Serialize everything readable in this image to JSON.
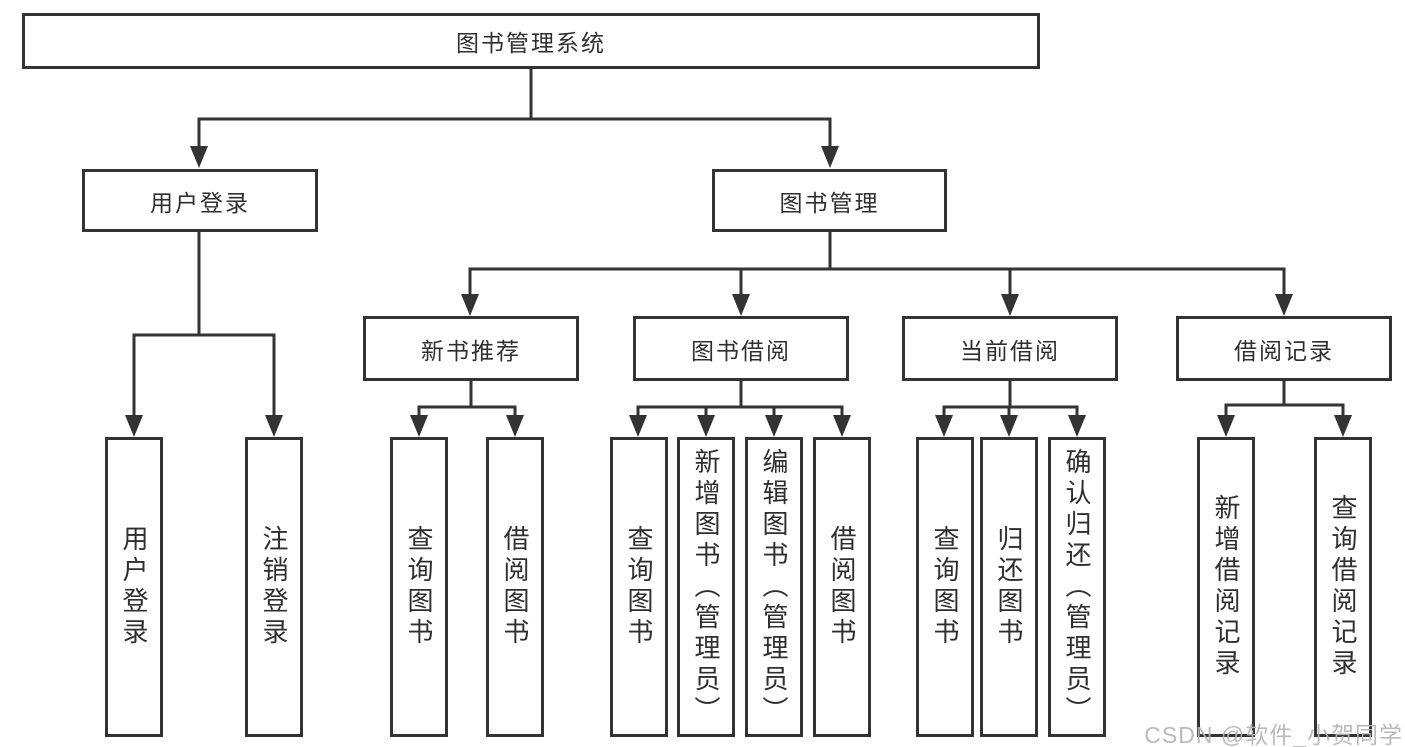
{
  "tree": {
    "label": "图书管理系统",
    "children": [
      {
        "label": "用户登录",
        "children": [
          {
            "label": "用户登录"
          },
          {
            "label": "注销登录"
          }
        ]
      },
      {
        "label": "图书管理",
        "children": [
          {
            "label": "新书推荐",
            "children": [
              {
                "label": "查询图书"
              },
              {
                "label": "借阅图书"
              }
            ]
          },
          {
            "label": "图书借阅",
            "children": [
              {
                "label": "查询图书"
              },
              {
                "label": "新增图书（管理员）"
              },
              {
                "label": "编辑图书（管理员）"
              },
              {
                "label": "借阅图书"
              }
            ]
          },
          {
            "label": "当前借阅",
            "children": [
              {
                "label": "查询图书"
              },
              {
                "label": "归还图书"
              },
              {
                "label": "确认归还（管理员）"
              }
            ]
          },
          {
            "label": "借阅记录",
            "children": [
              {
                "label": "新增借阅记录"
              },
              {
                "label": "查询借阅记录"
              }
            ]
          }
        ]
      }
    ]
  },
  "watermark": {
    "text": "CSDN @软件_小贺同学"
  },
  "colors": {
    "line": "#333333",
    "text": "#2f2f2f",
    "watermark": "#b3b3b3",
    "background": "#ffffff"
  }
}
